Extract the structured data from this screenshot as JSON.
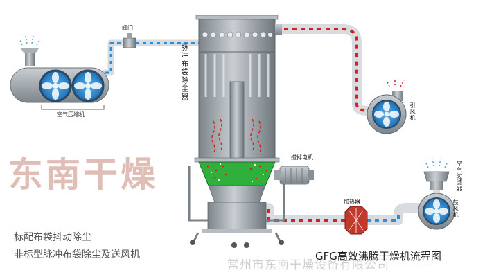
{
  "labels": {
    "valve": "阀门",
    "dust_collector": "脉冲布袋除尘器",
    "air_compressor": "空气压缩机",
    "induced_fan": "引风机",
    "stirring_motor": "搅拌电机",
    "air_filter": "空气过滤器",
    "blower": "鼓风机",
    "heater": "加热器"
  },
  "watermark": "东南干燥",
  "notes": [
    "标配布袋抖动除尘",
    "非标型脉冲布袋除尘及送风机"
  ],
  "diagram_title": "GFG高效沸腾干燥机流程图",
  "company": "常州市东南干燥设备有限公司",
  "colors": {
    "pipe": "#d8dce0",
    "hot_dash": "#d42020",
    "cold_dash": "#2a8fd8",
    "vessel": "#9aa2a8",
    "fan_blue": "#2e8fd6",
    "bed_green": "#1e9e2e"
  }
}
